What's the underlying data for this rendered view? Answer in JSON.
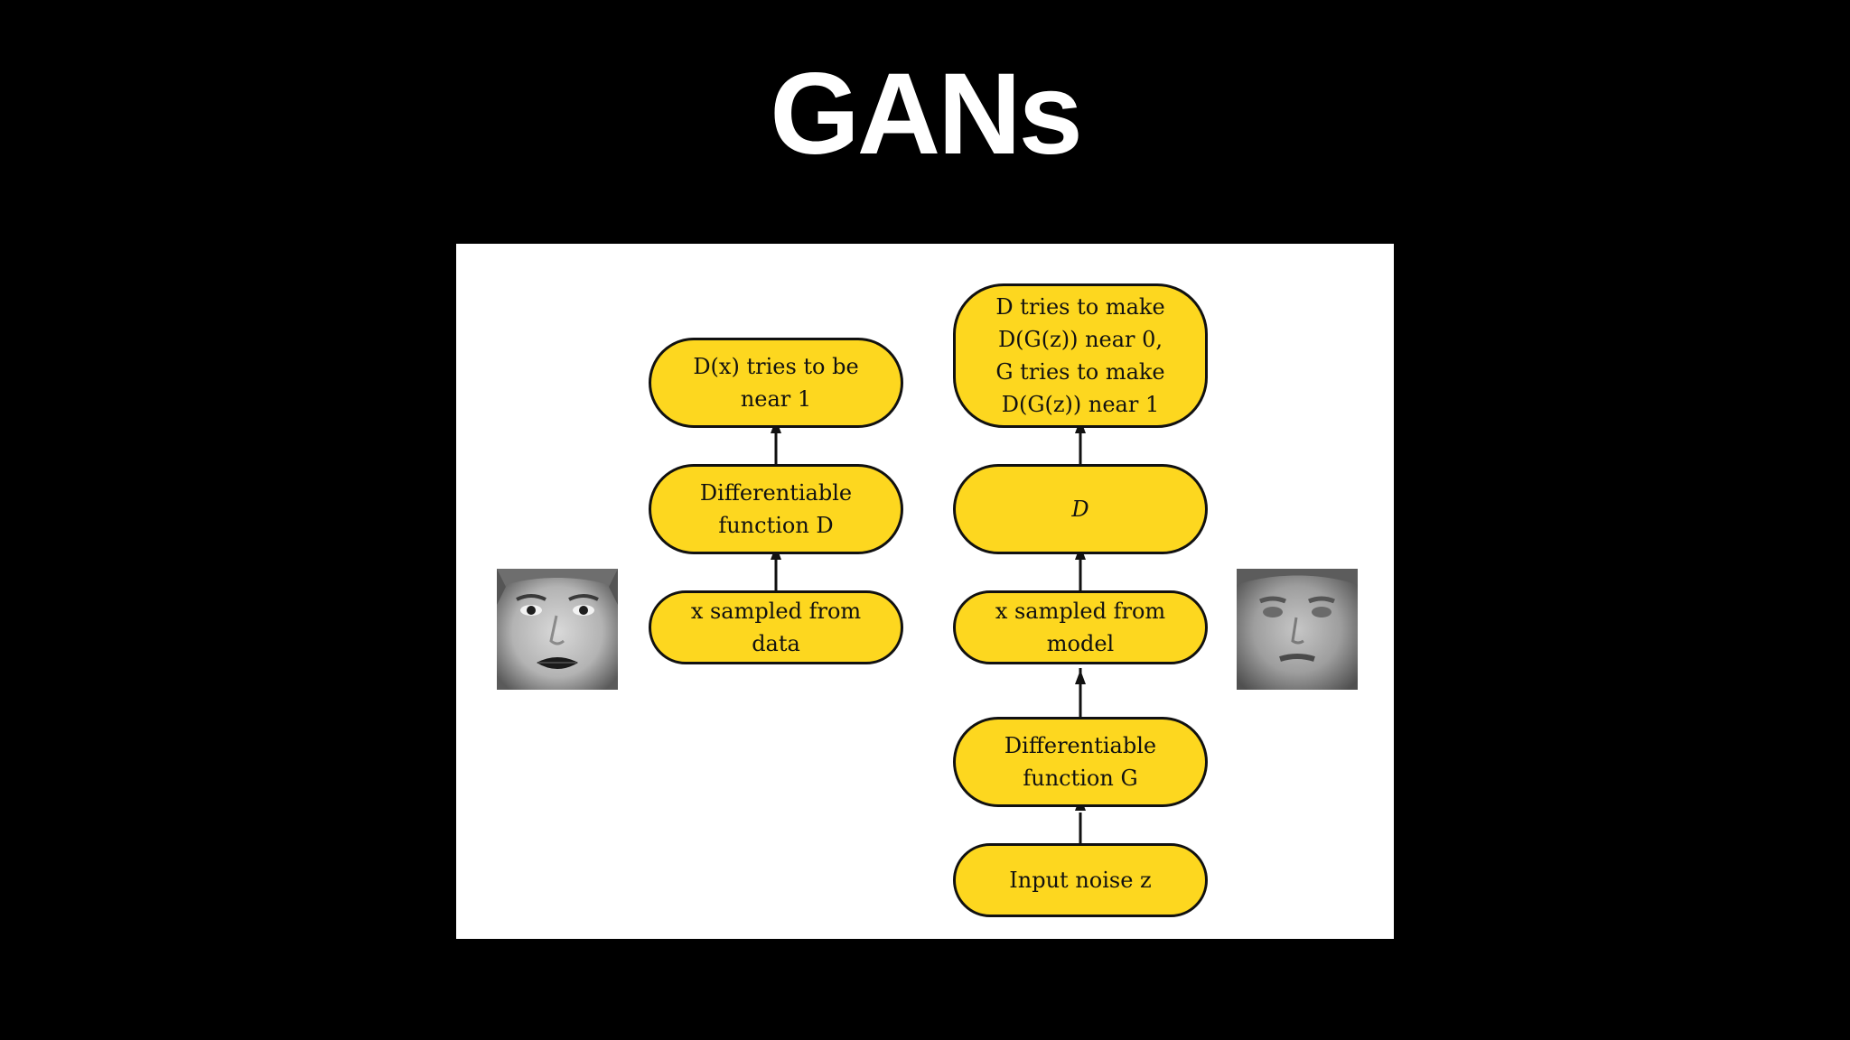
{
  "slide": {
    "title": "GANs"
  },
  "diagram": {
    "left_branch": {
      "top": {
        "lines": [
          "D(x) tries to be",
          "near 1"
        ]
      },
      "middle": {
        "lines": [
          "Differentiable",
          "function D"
        ]
      },
      "bottom": {
        "lines": [
          "x sampled from",
          "data"
        ]
      }
    },
    "right_branch": {
      "top": {
        "lines": [
          "D tries to make",
          "D(G(z)) near 0,",
          "G tries to make",
          "D(G(z)) near 1"
        ]
      },
      "discriminator": {
        "lines": [
          "D"
        ]
      },
      "sample": {
        "lines": [
          "x sampled from",
          "model"
        ]
      },
      "generator": {
        "lines": [
          "Differentiable",
          "function G"
        ]
      },
      "input": {
        "lines": [
          "Input noise z"
        ]
      }
    },
    "images": {
      "real_face": "real-face-photo",
      "generated_face": "generated-face-photo"
    },
    "colors": {
      "node_fill": "#fdd71f",
      "node_border": "#111111",
      "panel_bg": "#ffffff",
      "slide_bg": "#000000"
    }
  }
}
